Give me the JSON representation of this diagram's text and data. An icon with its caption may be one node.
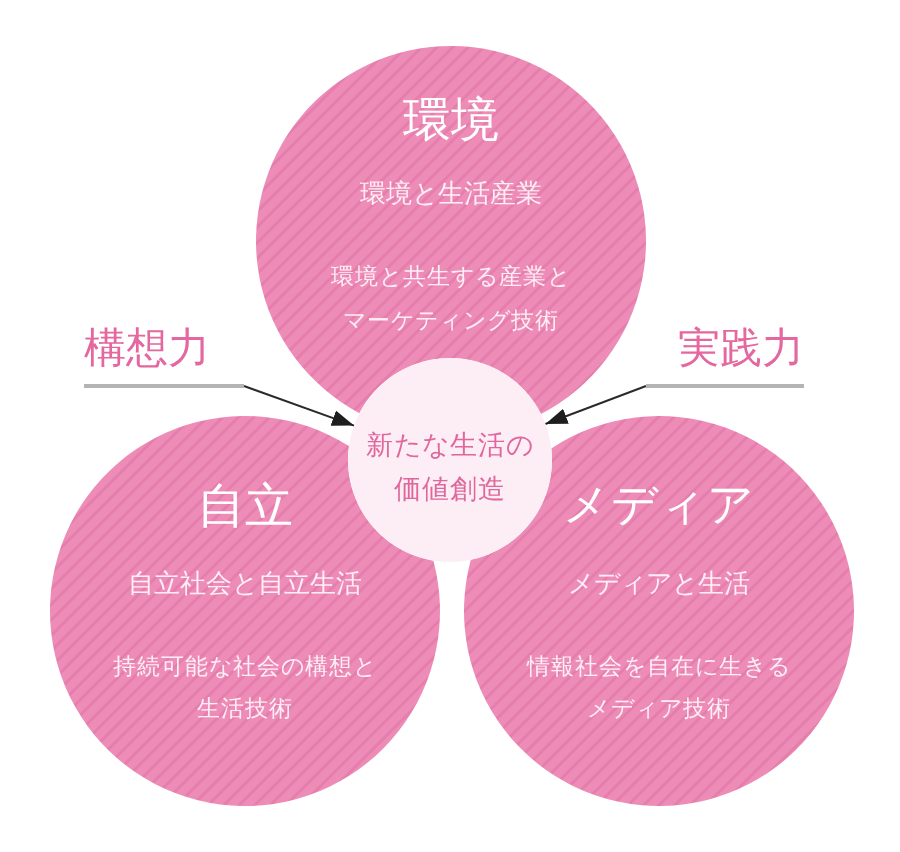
{
  "diagram": {
    "nodes": [
      {
        "text": [
          "環境",
          "環境と生活産業",
          "環境と共生する産業とマーケティング技術"
        ]
      },
      {
        "text": [
          "構想力"
        ]
      },
      {
        "text": [
          "実践力"
        ]
      },
      {
        "text": [
          "新たな生活の価値創造"
        ]
      },
      {
        "text": [
          "自立",
          "自立社会と自立生活",
          "持続可能な社会の構想と生活技術"
        ]
      },
      {
        "text": [
          "メディア",
          "メディアと生活",
          "情報社会を自在に生きるメディア技術"
        ]
      }
    ],
    "edges": [
      {
        "from": 1,
        "to": 3,
        "arrow": "to"
      },
      {
        "from": 2,
        "to": 3,
        "arrow": "to"
      }
    ]
  }
}
